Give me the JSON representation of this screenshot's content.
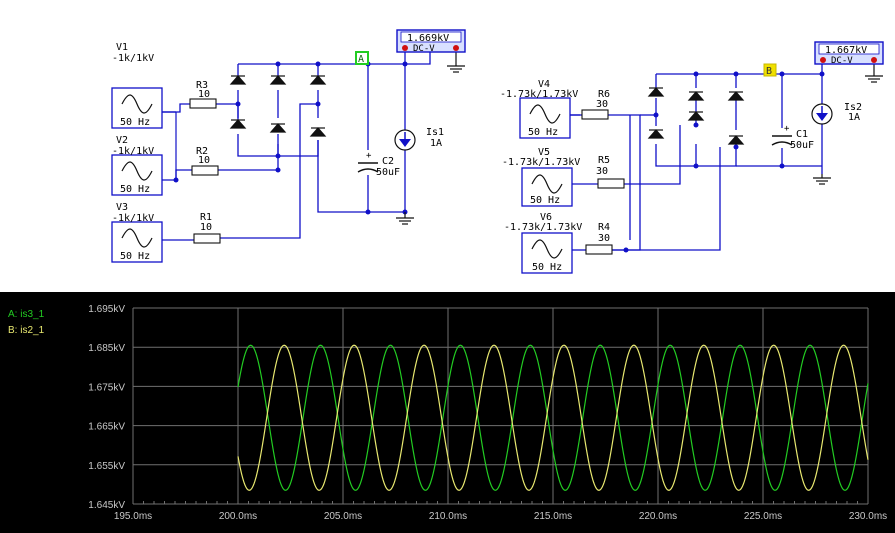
{
  "circuit_a": {
    "sources": [
      {
        "name": "V1",
        "range": "-1k/1kV",
        "freq": "50 Hz"
      },
      {
        "name": "V2",
        "range": "-1k/1kV",
        "freq": "50 Hz"
      },
      {
        "name": "V3",
        "range": "-1k/1kV",
        "freq": "50 Hz"
      }
    ],
    "resistors": [
      {
        "name": "R3",
        "value": "10"
      },
      {
        "name": "R2",
        "value": "10"
      },
      {
        "name": "R1",
        "value": "10"
      }
    ],
    "capacitor": {
      "name": "C2",
      "value": "50uF"
    },
    "current_source": {
      "name": "Is1",
      "value": "1A"
    },
    "probe": {
      "label": "A",
      "color": "#22cc22"
    },
    "meter": {
      "reading": "1.669kV",
      "mode": "DC-V"
    }
  },
  "circuit_b": {
    "sources": [
      {
        "name": "V4",
        "range": "-1.73k/1.73kV",
        "freq": "50 Hz"
      },
      {
        "name": "V5",
        "range": "-1.73k/1.73kV",
        "freq": "50 Hz"
      },
      {
        "name": "V6",
        "range": "-1.73k/1.73kV",
        "freq": "50 Hz"
      }
    ],
    "resistors": [
      {
        "name": "R6",
        "value": "30"
      },
      {
        "name": "R5",
        "value": "30"
      },
      {
        "name": "R4",
        "value": "30"
      }
    ],
    "capacitor": {
      "name": "C1",
      "value": "50uF"
    },
    "current_source": {
      "name": "Is2",
      "value": "1A"
    },
    "probe": {
      "label": "B",
      "color": "#f0e000"
    },
    "meter": {
      "reading": "1.667kV",
      "mode": "DC-V"
    }
  },
  "colors": {
    "wire": "#1010c8",
    "series_a": "#22cc22",
    "series_b": "#e8e870",
    "grid": "#707070",
    "axis_text": "#c8c8c8",
    "scope_bg": "#000000"
  },
  "chart_data": {
    "type": "line",
    "xlabel": "",
    "ylabel": "",
    "xlim": [
      195.0,
      230.0
    ],
    "ylim": [
      1.645,
      1.695
    ],
    "x_ticks": [
      "195.0ms",
      "200.0ms",
      "205.0ms",
      "210.0ms",
      "215.0ms",
      "220.0ms",
      "225.0ms",
      "230.0ms"
    ],
    "y_ticks": [
      "1.695kV",
      "1.685kV",
      "1.675kV",
      "1.665kV",
      "1.655kV",
      "1.645kV"
    ],
    "grid": true,
    "legend_position": "top-left",
    "series": [
      {
        "name": "A: is3_1",
        "color": "#22cc22",
        "x_start": 200.0,
        "x_end": 230.0,
        "wave": {
          "center": 1.667,
          "amplitude": 0.0185,
          "period_ms": 3.33,
          "first_peak_ms": 200.6
        }
      },
      {
        "name": "B: is2_1",
        "color": "#e8e870",
        "x_start": 200.0,
        "x_end": 230.0,
        "wave": {
          "center": 1.667,
          "amplitude": 0.0185,
          "period_ms": 3.33,
          "first_peak_ms": 202.2
        }
      }
    ]
  }
}
